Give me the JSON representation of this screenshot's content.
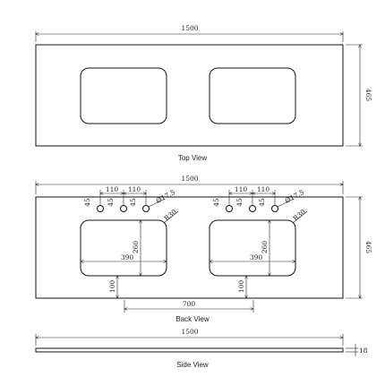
{
  "views": {
    "top": {
      "label": "Top View",
      "width_dim": "1500",
      "depth_dim": "465"
    },
    "back": {
      "label": "Back View",
      "width_dim": "1500",
      "depth_dim": "465",
      "basins": [
        {
          "tap_spacing_1": "110",
          "tap_spacing_2": "110",
          "hole_dia_1": "45",
          "hole_dia_2": "45",
          "hole_dia_3": "45",
          "tap_hole_label": "Ø17.5",
          "corner_radius": "R30",
          "basin_width": "390",
          "basin_depth": "260",
          "front_offset": "100"
        },
        {
          "tap_spacing_1": "110",
          "tap_spacing_2": "110",
          "hole_dia_1": "45",
          "hole_dia_2": "45",
          "hole_dia_3": "45",
          "tap_hole_label": "Ø17.5",
          "corner_radius": "R30",
          "basin_width": "390",
          "basin_depth": "260",
          "front_offset": "100"
        }
      ],
      "centre_spacing": "700"
    },
    "side": {
      "label": "Side View",
      "width_dim": "1500",
      "thickness_dim": "18"
    }
  }
}
